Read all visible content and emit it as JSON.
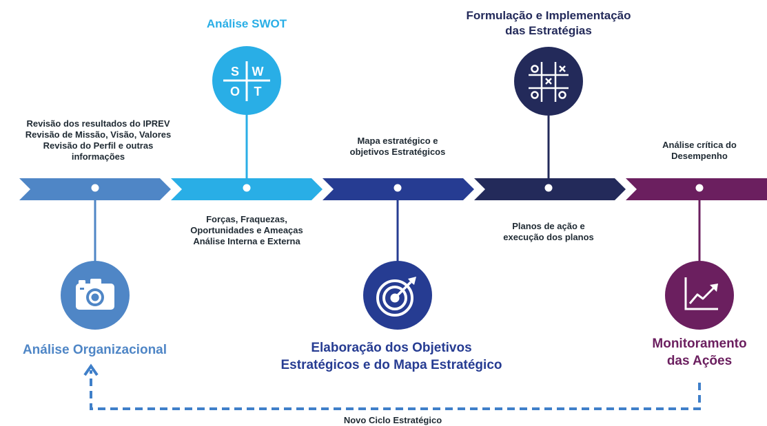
{
  "colors": {
    "stage1": "#4f86c6",
    "stage2": "#29aee6",
    "stage3": "#263c92",
    "stage4": "#232a5a",
    "stage5": "#6b1f5f",
    "return_arrow": "#3f7fc9",
    "text_dark": "#1f2a33"
  },
  "stages": [
    {
      "id": "analise-organizacional",
      "title": [
        "Análise Organizacional"
      ],
      "description": [
        "Revisão dos resultados do IPREV",
        "Revisão de Missão, Visão, Valores",
        "Revisão do Perfil e outras",
        "informações"
      ],
      "icon": "camera-icon"
    },
    {
      "id": "analise-swot",
      "title": [
        "Análise SWOT"
      ],
      "description": [
        "Forças, Fraquezas,",
        "Oportunidades e Ameaças",
        "Análise Interna e Externa"
      ],
      "icon": "swot-grid-icon",
      "icon_letters": [
        "S",
        "W",
        "O",
        "T"
      ]
    },
    {
      "id": "elaboracao-objetivos",
      "title": [
        "Elaboração dos Objetivos",
        "Estratégicos e do Mapa Estratégico"
      ],
      "description": [
        "Mapa estratégico e",
        "objetivos Estratégicos"
      ],
      "icon": "target-icon"
    },
    {
      "id": "formulacao-implementacao",
      "title": [
        "Formulação e Implementação",
        "das Estratégias"
      ],
      "description": [
        "Planos de ação e",
        "execução dos planos"
      ],
      "icon": "tic-tac-toe-icon"
    },
    {
      "id": "monitoramento",
      "title": [
        "Monitoramento",
        "das Ações"
      ],
      "description": [
        "Análise crítica do",
        "Desempenho"
      ],
      "icon": "line-chart-icon"
    }
  ],
  "cycle_label": "Novo Ciclo Estratégico"
}
